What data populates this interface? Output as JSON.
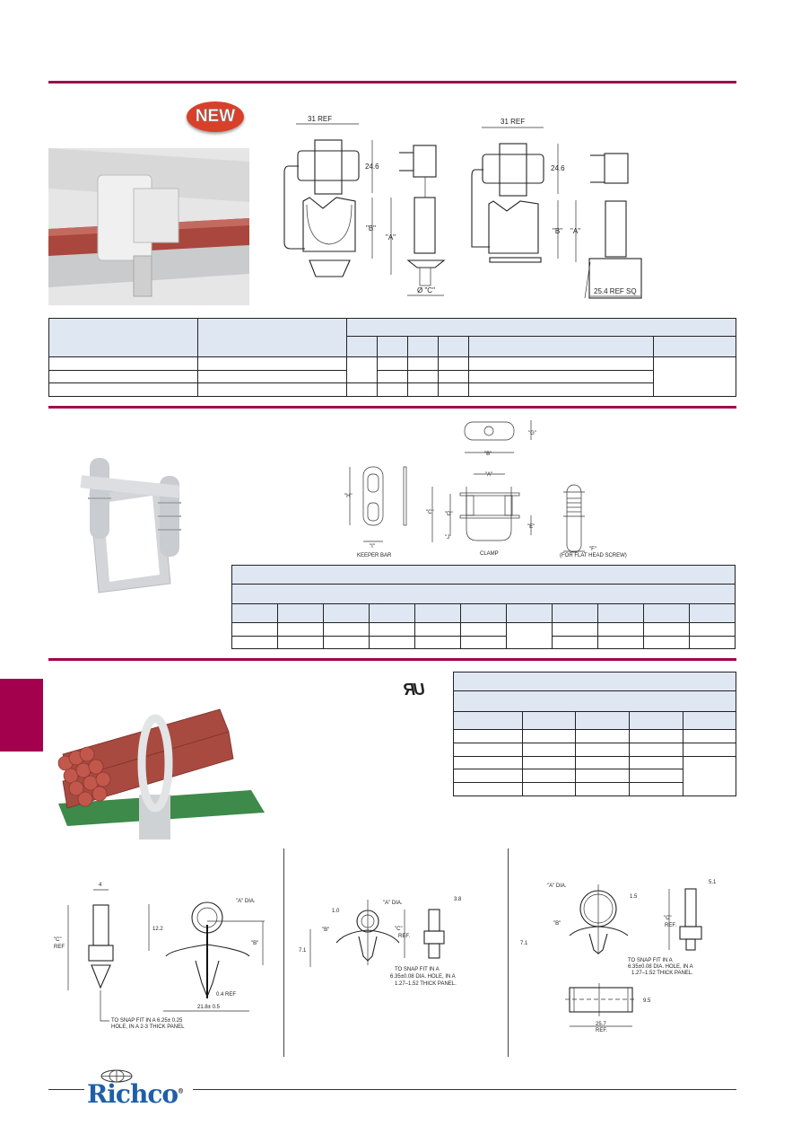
{
  "brand": {
    "logo_text": "Richco",
    "registered": "®",
    "color": "#a3004d",
    "logo_color": "#1f5fa8"
  },
  "section1": {
    "badge": "NEW",
    "drawing_left": {
      "width": "31 REF",
      "height_top": "24.6",
      "dim_b": "\"B\"",
      "dim_a": "\"A\"",
      "dim_c": "Ø \"C\""
    },
    "drawing_right": {
      "width": "31 REF",
      "height_top": "24.6",
      "dim_b": "\"B\"",
      "dim_a": "\"A\"",
      "base": "25.4 REF SQ"
    }
  },
  "section2": {
    "labels": {
      "g": "\"G\"",
      "b": "\"B\"",
      "h": "\"H\"",
      "i": "\"I\"",
      "a": "\"A\"",
      "c": "\"C\"",
      "d": "\"D\"",
      "e": "\"E\"",
      "j": "\"J\"",
      "f": "\"F\"",
      "keeper_bar": "KEEPER BAR",
      "clamp": "CLAMP",
      "flat_head": "(FOR FLAT HEAD SCREW)"
    }
  },
  "section3": {
    "ul_mark": "UR",
    "drawing1": {
      "width": "4",
      "height": "12.2",
      "dim_c": "\"C\"",
      "ref": "REF",
      "dim_a": "\"A\" DIA.",
      "dim_b": "\"B\"",
      "thick": "0.4  REF",
      "span": "21.8± 0.5",
      "note1": "TO SNAP FIT IN A 6.25± 0.25",
      "note2": "HOLE, IN A 2-3  THICK PANEL"
    },
    "drawing2": {
      "dim_a": "\"A\" DIA.",
      "wall": "1.0",
      "width": "3.8",
      "dim_b": "\"B\"",
      "dim_c": "\"C\"",
      "ref": "REF.",
      "base": "7.1",
      "note1": "TO SNAP FIT IN A",
      "note2": "6.35±0.08  DIA. HOLE, IN A",
      "note3": "1.27–1.52  THICK PANEL."
    },
    "drawing3": {
      "dim_a": "\"A\" DIA.",
      "wall": "1.5",
      "width": "5.1",
      "dim_b": "\"B\"",
      "dim_c": "\"C\"",
      "ref": "REF.",
      "base": "7.1",
      "note1": "TO SNAP FIT IN A",
      "note2": "6.35±0.08 DIA. HOLE, IN A",
      "note3": "1.27–1.52  THICK PANEL.",
      "depth": "9.5",
      "length": "25.7",
      "length_ref": "REF."
    }
  }
}
